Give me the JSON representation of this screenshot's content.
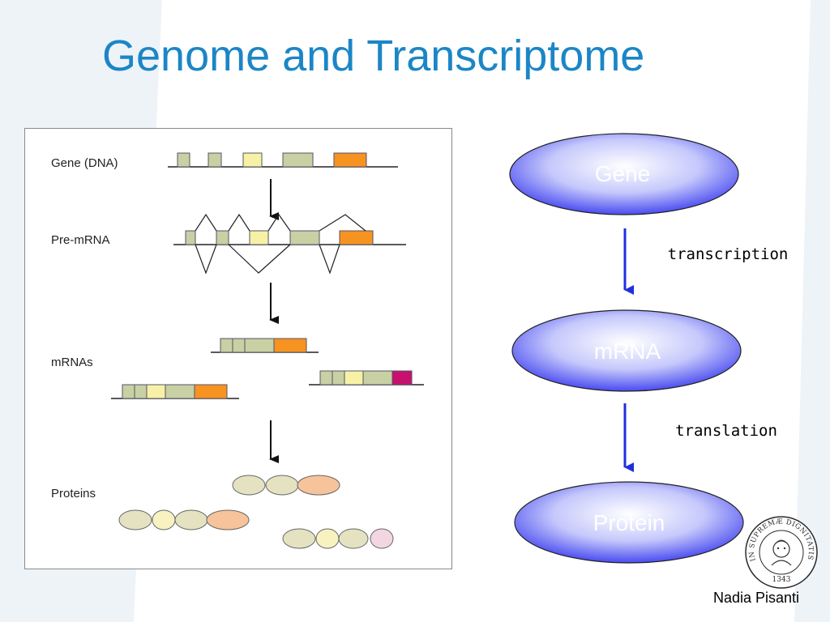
{
  "slide": {
    "title": "Genome and Transcriptome",
    "author": "Nadia Pisanti"
  },
  "figure": {
    "row_labels": [
      "Gene (DNA)",
      "Pre-mRNA",
      "mRNAs",
      "Proteins"
    ]
  },
  "flow": {
    "nodes": [
      "Gene",
      "mRNA",
      "Protein"
    ],
    "edges": [
      {
        "from": "Gene",
        "to": "mRNA",
        "label": "transcription"
      },
      {
        "from": "mRNA",
        "to": "Protein",
        "label": "translation"
      }
    ]
  },
  "logo": {
    "name": "university-seal",
    "text": "IN SUPREMÆ DIGNITATIS 1343"
  },
  "colors": {
    "title": "#1b86c6",
    "node_fill_center": "#ffffff",
    "node_fill_edge": "#4a4cf0",
    "arrow": "#1f2fe0",
    "exon_green": "#c8d0a4",
    "exon_yellow": "#f7f1a6",
    "exon_orange": "#f79321",
    "exon_magenta": "#c8106e"
  }
}
